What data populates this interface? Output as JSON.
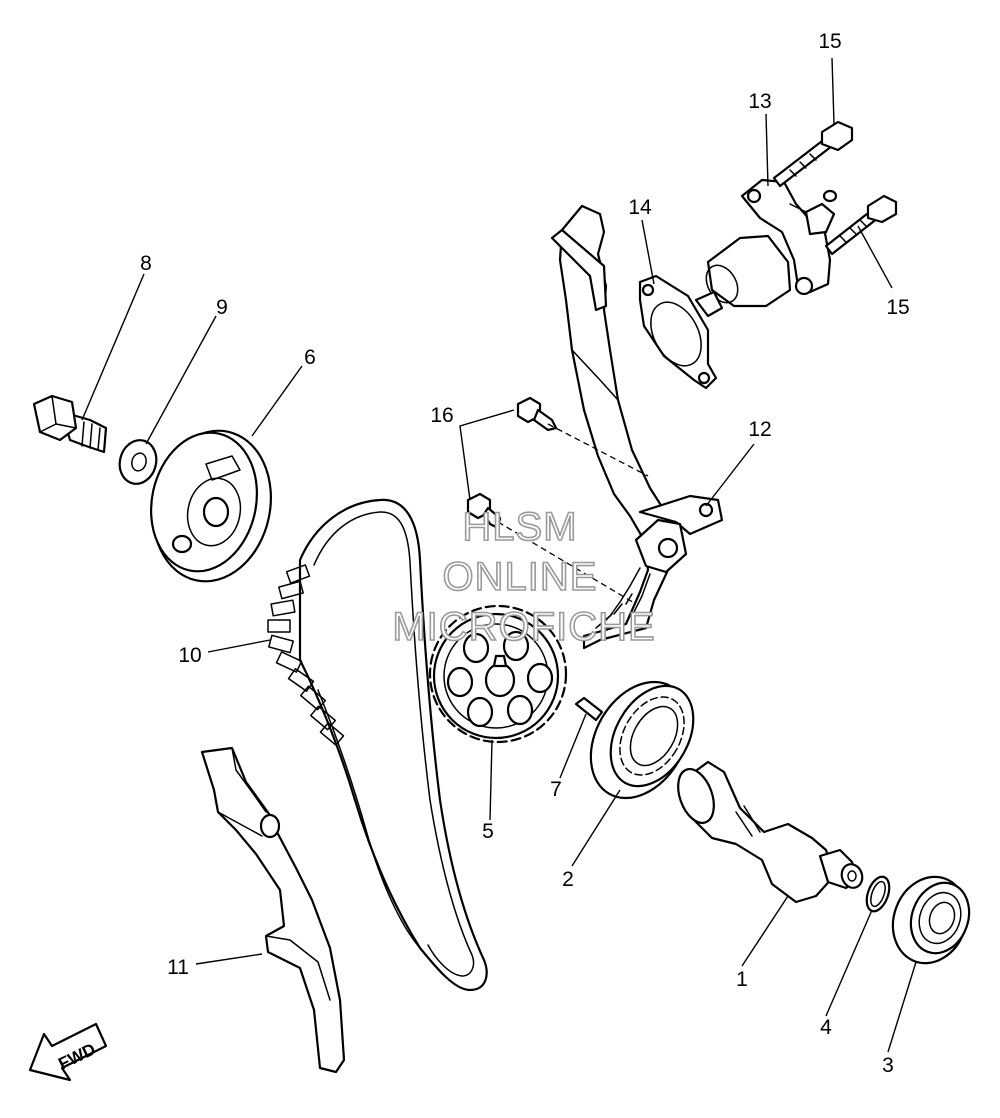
{
  "callouts": {
    "c1": "1",
    "c2": "2",
    "c3": "3",
    "c4": "4",
    "c5": "5",
    "c6": "6",
    "c7": "7",
    "c8": "8",
    "c9": "9",
    "c10": "10",
    "c11": "11",
    "c12": "12",
    "c13": "13",
    "c14": "14",
    "c15a": "15",
    "c15b": "15",
    "c16": "16"
  },
  "watermark": {
    "line1": "HLSM",
    "line2": "ONLINE",
    "line3": "MICROFICHE"
  },
  "direction_arrow": {
    "label": "FWD"
  }
}
